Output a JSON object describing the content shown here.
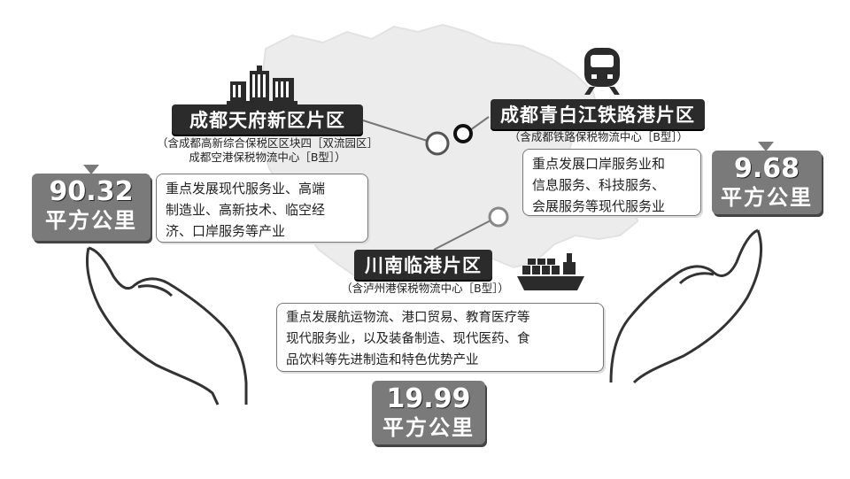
{
  "zones": [
    {
      "title": "成都天府新区片区",
      "sub_line1": "（含成都高新综合保税区区块四［双流园区］",
      "sub_line2": "成都空港保税物流中心［B型］）",
      "desc_lines": [
        "重点发展现代服务业、高端",
        "制造业、高新技术、临空经",
        "济、口岸服务等产业"
      ],
      "area_value": "90.32",
      "area_unit": "平方公里",
      "icon": "city-building-icon"
    },
    {
      "title": "成都青白江铁路港片区",
      "sub_line1": "（含成都铁路保税物流中心［B型］）",
      "desc_lines": [
        "重点发展口岸服务业和",
        "信息服务、科技服务、",
        "会展服务等现代服务业"
      ],
      "area_value": "9.68",
      "area_unit": "平方公里",
      "icon": "train-icon"
    },
    {
      "title": "川南临港片区",
      "sub_line1": "（含泸州港保税物流中心［B型］）",
      "desc_lines": [
        "重点发展航运物流、港口贸易、教育医疗等",
        "现代服务业，以及装备制造、现代医药、食",
        "品饮料等先进制造和特色优势产业"
      ],
      "area_value": "19.99",
      "area_unit": "平方公里",
      "icon": "cargo-ship-icon"
    }
  ],
  "colors": {
    "map_fill": "#ececec",
    "tag_dark": "#2b2b2b",
    "badge_gray": "#7a7a7a"
  }
}
